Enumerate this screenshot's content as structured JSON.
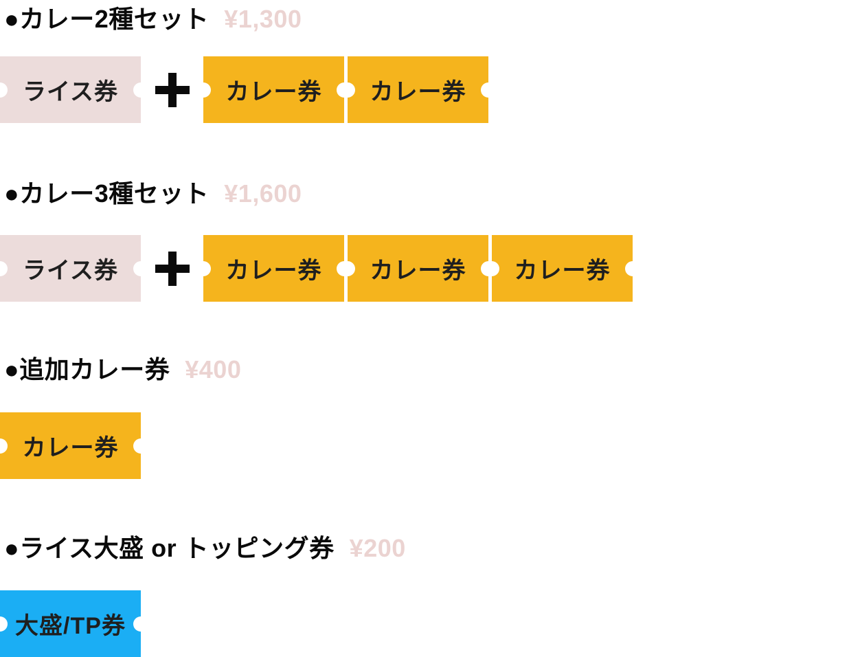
{
  "colors": {
    "page_bg": "#ffffff",
    "heading_text": "#0a0a0a",
    "price_text": "#ebd3d1",
    "label_text": "#1f1f1f",
    "ticket_pink": "#ecdcdb",
    "ticket_yellow": "#f5b41d",
    "ticket_blue": "#1baef4"
  },
  "sections": [
    {
      "title": "●カレー2種セット",
      "price": "¥1,300",
      "tickets": [
        {
          "label": "ライス券",
          "type": "rice"
        },
        {
          "label": "カレー券",
          "type": "curry"
        },
        {
          "label": "カレー券",
          "type": "curry"
        }
      ]
    },
    {
      "title": "●カレー3種セット",
      "price": "¥1,600",
      "tickets": [
        {
          "label": "ライス券",
          "type": "rice"
        },
        {
          "label": "カレー券",
          "type": "curry"
        },
        {
          "label": "カレー券",
          "type": "curry"
        },
        {
          "label": "カレー券",
          "type": "curry"
        }
      ]
    },
    {
      "title": "●追加カレー券",
      "price": "¥400",
      "tickets": [
        {
          "label": "カレー券",
          "type": "curry"
        }
      ]
    },
    {
      "title": "●ライス大盛 or トッピング券",
      "price": "¥200",
      "tickets": [
        {
          "label": "大盛/TP券",
          "type": "size-topping"
        }
      ]
    }
  ]
}
